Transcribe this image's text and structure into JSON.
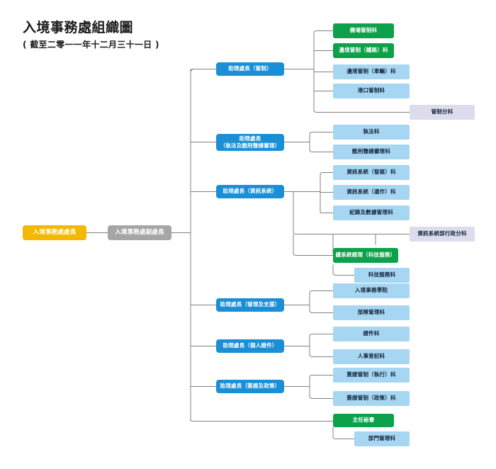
{
  "header": {
    "title": "入境事務處組織圖",
    "subtitle": "( 截至二零一一年十二月三十一日 )"
  },
  "chart_data": {
    "type": "diagram",
    "title": "入境事務處組織圖",
    "subtitle": "( 截至二零一一年十二月三十一日 )",
    "legend_colors": {
      "director": "#F5B800",
      "deputy": "#A6A6A6",
      "assistant_director": "#1B8FD6",
      "green_unit": "#0CA14A",
      "blue_unit": "#A6D6F2",
      "lilac_unit": "#DCDCEC",
      "connector": "#808080"
    },
    "root": {
      "label": "入境事務處處長",
      "role": "director",
      "color": "#F5B800"
    },
    "deputy": {
      "label": "入境事務處副處長",
      "role": "deputy",
      "color": "#A6A6A6"
    },
    "branches": [
      {
        "id": "control",
        "label": "助理處長（管制）",
        "color": "#1B8FD6",
        "children": [
          {
            "label": "機場管制科",
            "color": "#0CA14A"
          },
          {
            "label": "邊境管制（鐵路）科",
            "color": "#0CA14A"
          },
          {
            "label": "邊境管制（車輛）科",
            "color": "#A6D6F2"
          },
          {
            "label": "港口管制科",
            "color": "#A6D6F2"
          },
          {
            "label": "管制分科",
            "color": "#DCDCEC"
          }
        ]
      },
      {
        "id": "enforcement",
        "label_line1": "助理處長",
        "label_line2": "（執法及酷刑聲請審理）",
        "color": "#1B8FD6",
        "children": [
          {
            "label": "執法科",
            "color": "#A6D6F2"
          },
          {
            "label": "酷刑聲請審理科",
            "color": "#A6D6F2"
          }
        ]
      },
      {
        "id": "information-systems",
        "label": "助理處長（資訊系統）",
        "color": "#1B8FD6",
        "children": [
          {
            "label": "資訊系統（發展）科",
            "color": "#A6D6F2"
          },
          {
            "label": "資訊系統（運作）科",
            "color": "#A6D6F2"
          },
          {
            "label": "紀錄及數據管理科",
            "color": "#A6D6F2"
          },
          {
            "label": "資訊系統部行政分科",
            "color": "#DCDCEC"
          },
          {
            "label": "總系統經理（科技服務）",
            "color": "#0CA14A"
          },
          {
            "label": "科技服務科",
            "color": "#A6D6F2"
          }
        ]
      },
      {
        "id": "management-support",
        "label": "助理處長（管理及支援）",
        "color": "#1B8FD6",
        "children": [
          {
            "label": "入境事務學院",
            "color": "#A6D6F2"
          },
          {
            "label": "部隊管理科",
            "color": "#A6D6F2"
          }
        ]
      },
      {
        "id": "personal-documentation",
        "label": "助理處長（個人證件）",
        "color": "#1B8FD6",
        "children": [
          {
            "label": "證件科",
            "color": "#A6D6F2"
          },
          {
            "label": "人事登記科",
            "color": "#A6D6F2"
          }
        ]
      },
      {
        "id": "visa-policy",
        "label": "助理處長（簽證及政策）",
        "color": "#1B8FD6",
        "children": [
          {
            "label": "簽證管制（執行）科",
            "color": "#A6D6F2"
          },
          {
            "label": "簽證管制（政策）科",
            "color": "#A6D6F2"
          }
        ]
      },
      {
        "id": "chief-secretary",
        "label": "主任秘書",
        "color": "#0CA14A",
        "children": [
          {
            "label": "部門管理科",
            "color": "#A6D6F2"
          }
        ]
      }
    ]
  }
}
